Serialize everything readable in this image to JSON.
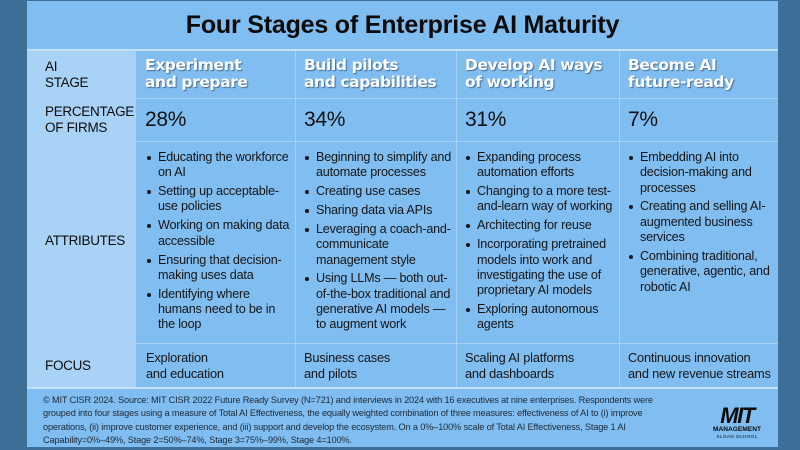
{
  "title": "Four Stages of Enterprise AI Maturity",
  "row_labels": {
    "stage": "AI\nSTAGE",
    "percentage": "PERCENTAGE\nOF FIRMS",
    "attributes": "ATTRIBUTES",
    "focus": "FOCUS"
  },
  "stages": [
    {
      "name": "Experiment\nand prepare",
      "percentage": "28%",
      "attributes": [
        "Educating the workforce on AI",
        "Setting up acceptable-use policies",
        "Working on making data accessible",
        "Ensuring that decision-making uses data",
        "Identifying where humans need to be in the loop"
      ],
      "focus": "Exploration\nand education"
    },
    {
      "name": "Build pilots\nand capabilities",
      "percentage": "34%",
      "attributes": [
        "Beginning to simplify and automate processes",
        "Creating use cases",
        "Sharing data via APIs",
        "Leveraging a coach-and-communicate management style",
        "Using LLMs — both out-of-the-box traditional and generative AI models — to augment work"
      ],
      "focus": "Business cases\nand pilots"
    },
    {
      "name": "Develop AI ways\nof working",
      "percentage": "31%",
      "attributes": [
        "Expanding process automation efforts",
        "Changing to a more test-and-learn way of working",
        "Architecting for reuse",
        "Incorporating pretrained models into work and investigating the use of proprietary AI models",
        "Exploring autonomous agents"
      ],
      "focus": "Scaling AI platforms\nand dashboards"
    },
    {
      "name": "Become AI\nfuture-ready",
      "percentage": "7%",
      "attributes": [
        "Embedding AI into decision-making and processes",
        "Creating and selling AI-augmented business services",
        "Combining traditional, generative, agentic, and robotic AI"
      ],
      "focus": "Continuous innovation\nand new revenue streams"
    }
  ],
  "footer": {
    "note": "© MIT CISR 2024. Source: MIT CISR 2022 Future Ready Survey (N=721) and interviews in 2024 with 16 executives at nine enterprises. Respondents were grouped into four stages using a measure of Total AI Effectiveness, the equally weighted combination of three measures: effectiveness of AI to (i) improve operations, (ii) improve customer experience, and (iii) support and develop the ecosystem. On a 0%–100% scale of Total AI Effectiveness, Stage 1 AI Capability=0%–49%, Stage 2=50%–74%, Stage 3=75%–99%, Stage 4=100%.",
    "logo": {
      "line1": "MIT",
      "line2": "MANAGEMENT",
      "line3": "SLOAN SCHOOL"
    }
  },
  "colors": {
    "background": "#3d6f99",
    "panel": "#80bdf0",
    "label_column": "#a9d3f6",
    "stage_text": "#ffffff"
  }
}
